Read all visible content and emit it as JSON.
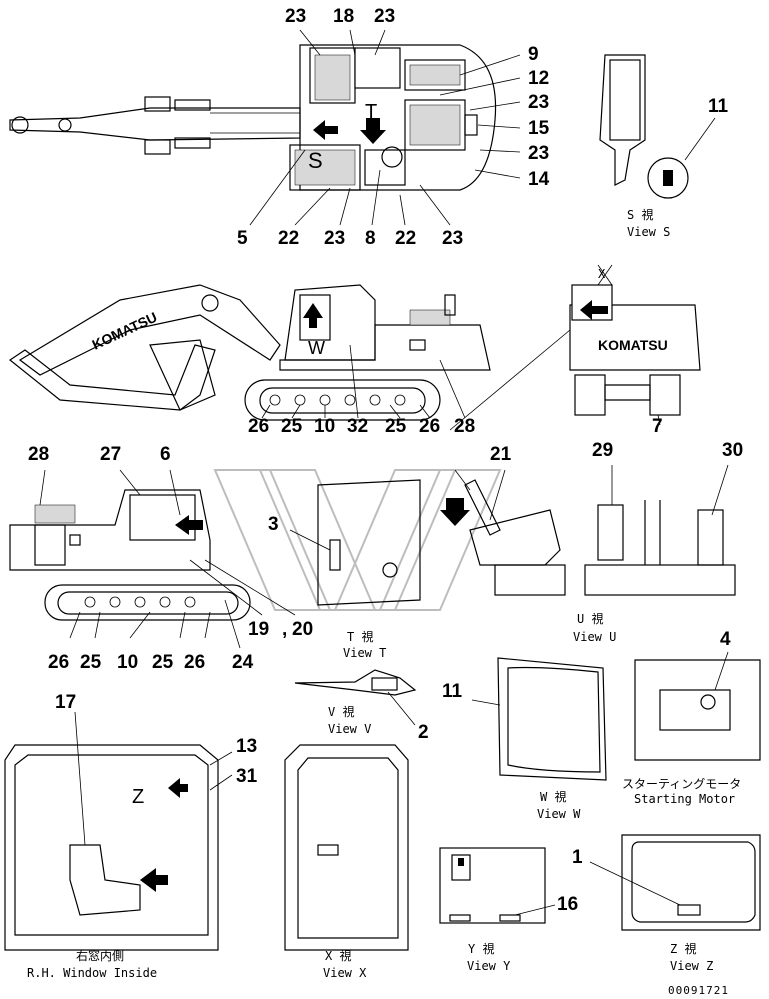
{
  "title_numbers_top": [
    "23",
    "18",
    "23",
    "9",
    "12",
    "23",
    "15",
    "23",
    "14",
    "5",
    "22",
    "23",
    "8",
    "22",
    "23"
  ],
  "view_s": {
    "number": "11",
    "cap_jp": "S 視",
    "cap_en": "View S"
  },
  "main_side": {
    "numbers": [
      "26",
      "25",
      "10",
      "32",
      "25",
      "26",
      "28",
      "7"
    ],
    "label_w": "W"
  },
  "lower_left": {
    "numbers": [
      "28",
      "27",
      "6",
      "26",
      "25",
      "10",
      "25",
      "26",
      "24",
      "19",
      "20",
      "3"
    ],
    "sep": ","
  },
  "view_t": {
    "number": "21",
    "cap_jp": "T 視",
    "cap_en": "View T",
    "label": "T"
  },
  "view_u": {
    "numbers": [
      "29",
      "30"
    ],
    "cap_jp": "U 視",
    "cap_en": "View U"
  },
  "view_v": {
    "number": "2",
    "cap_jp": "V 視",
    "cap_en": "View V"
  },
  "view_w": {
    "number": "11",
    "cap_jp": "W 視",
    "cap_en": "View W"
  },
  "starting_motor": {
    "number": "4",
    "cap_jp": "スターティングモータ",
    "cap_en": "Starting Motor"
  },
  "rh_window": {
    "numbers": [
      "17",
      "13",
      "31"
    ],
    "label_z": "Z",
    "cap_jp": "右窓内側",
    "cap_en": "R.H. Window Inside"
  },
  "view_x": {
    "cap_jp": "X 視",
    "cap_en": "View X"
  },
  "view_y": {
    "number": "16",
    "cap_jp": "Y 視",
    "cap_en": "View Y"
  },
  "view_z": {
    "number": "1",
    "cap_jp": "Z 視",
    "cap_en": "View Z"
  },
  "brand_text": "KOMATSU",
  "drawing_code": "00091721",
  "label_s": "S",
  "label_x": "X"
}
